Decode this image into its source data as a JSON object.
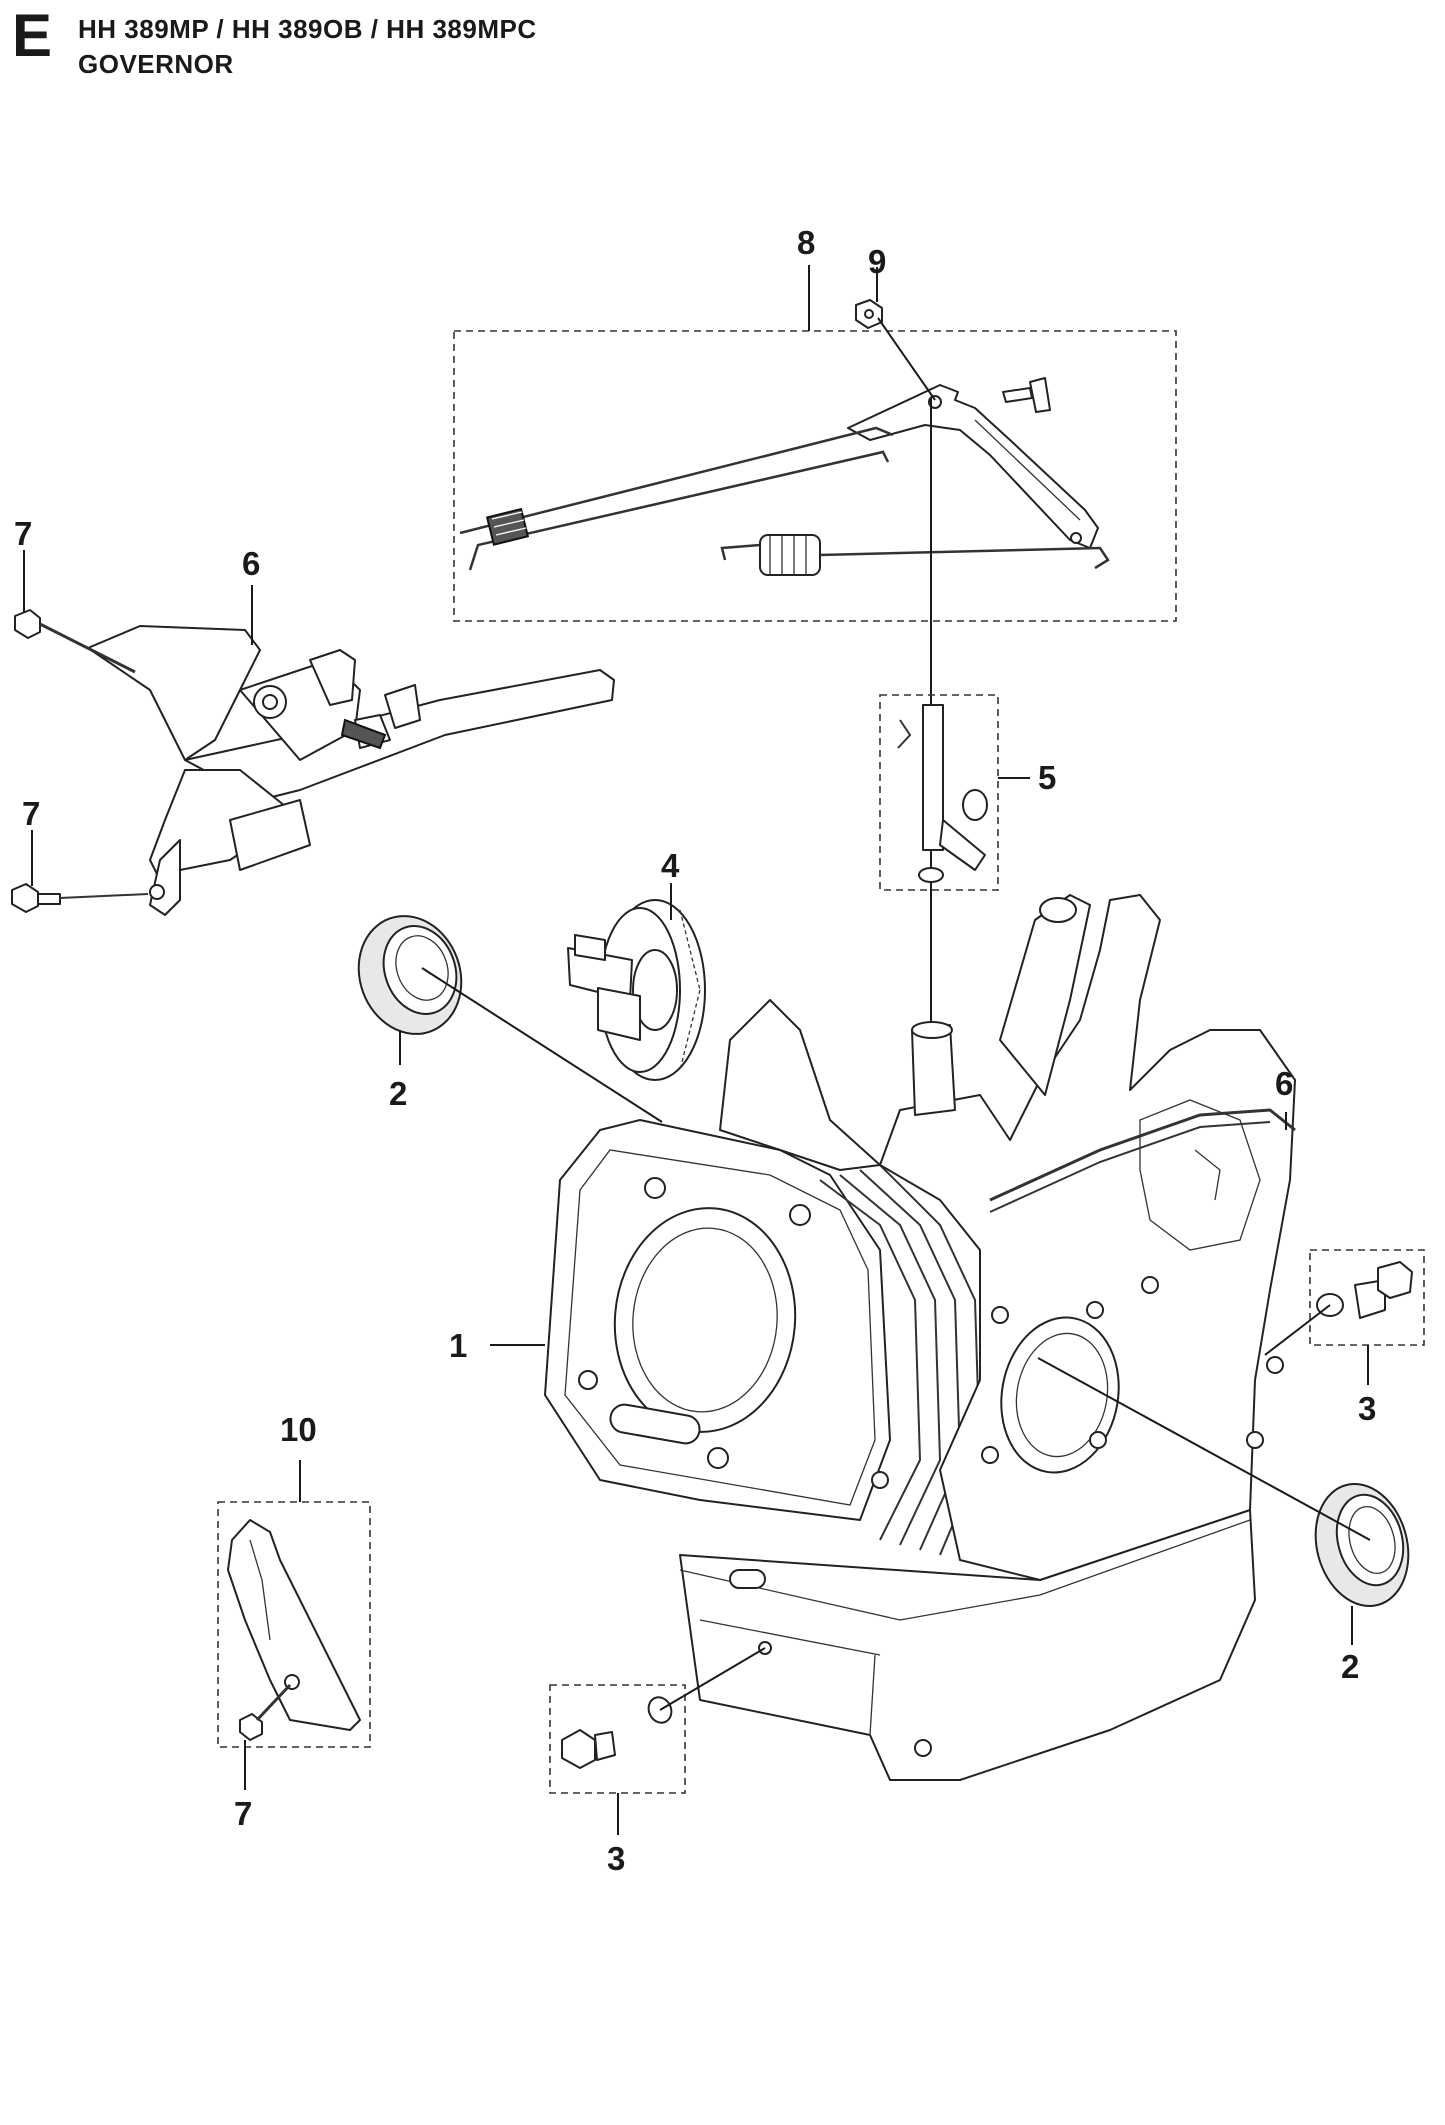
{
  "header": {
    "section_letter": "E",
    "models": "HH 389MP / HH 389OB / HH 389MPC",
    "title": "GOVERNOR"
  },
  "callouts": [
    {
      "id": "callout-8",
      "label": "8"
    },
    {
      "id": "callout-9",
      "label": "9"
    },
    {
      "id": "callout-7-top",
      "label": "7"
    },
    {
      "id": "callout-6-left",
      "label": "6"
    },
    {
      "id": "callout-7-mid",
      "label": "7"
    },
    {
      "id": "callout-5",
      "label": "5"
    },
    {
      "id": "callout-4",
      "label": "4"
    },
    {
      "id": "callout-2-left",
      "label": "2"
    },
    {
      "id": "callout-6-right",
      "label": "6"
    },
    {
      "id": "callout-1",
      "label": "1"
    },
    {
      "id": "callout-3-right",
      "label": "3"
    },
    {
      "id": "callout-10",
      "label": "10"
    },
    {
      "id": "callout-2-right",
      "label": "2"
    },
    {
      "id": "callout-7-bottom",
      "label": "7"
    },
    {
      "id": "callout-3-bottom",
      "label": "3"
    }
  ]
}
